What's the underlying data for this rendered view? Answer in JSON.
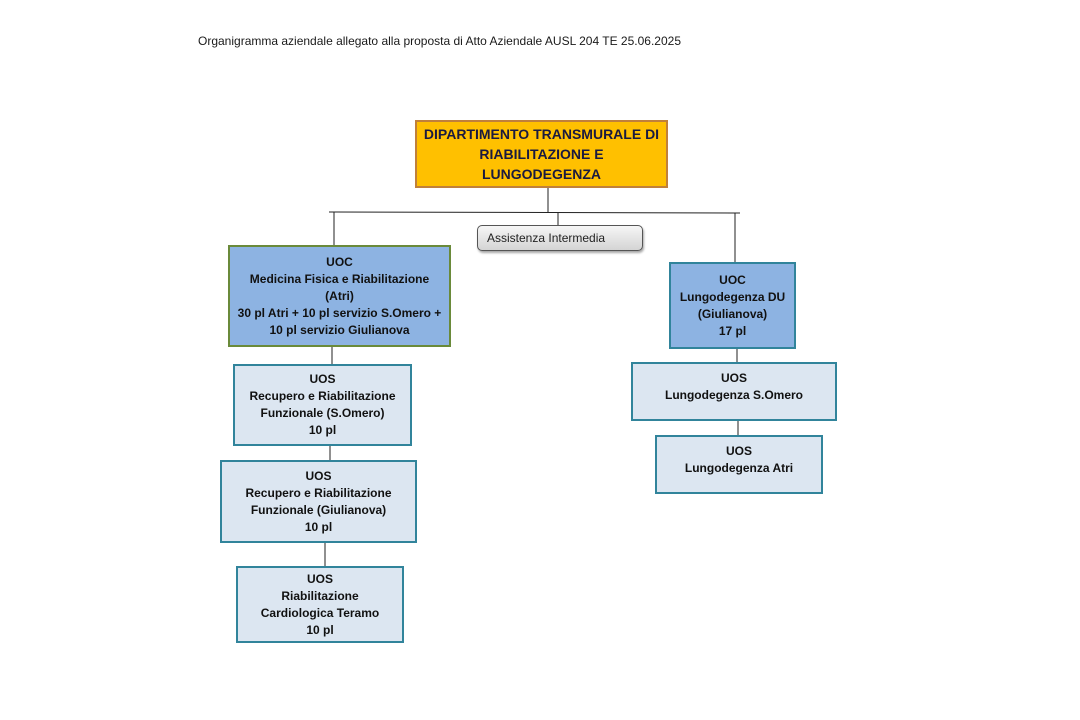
{
  "header": {
    "note": "Organigramma aziendale allegato alla proposta di Atto Aziendale AUSL 204 TE 25.06.2025"
  },
  "department": {
    "line1": "DIPARTIMENTO TRANSMURALE DI",
    "line2": "RIABILITAZIONE E LUNGODEGENZA"
  },
  "assistenza": {
    "label": "Assistenza Intermedia"
  },
  "uoc_left": {
    "type": "UOC",
    "line1": "Medicina Fisica e Riabilitazione",
    "line2": "(Atri)",
    "line3": "30 pl Atri + 10 pl servizio S.Omero +",
    "line4": "10 pl servizio Giulianova"
  },
  "uoc_right": {
    "type": "UOC",
    "line1": "Lungodegenza DU",
    "line2": "(Giulianova)",
    "line3": "17 pl"
  },
  "uos_left": [
    {
      "type": "UOS",
      "line1": "Recupero e Riabilitazione",
      "line2": "Funzionale  (S.Omero)",
      "line3": "10 pl"
    },
    {
      "type": "UOS",
      "line1": "Recupero e Riabilitazione",
      "line2": "Funzionale (Giulianova)",
      "line3": "10 pl"
    },
    {
      "type": "UOS",
      "line1": "Riabilitazione",
      "line2": "Cardiologica Teramo",
      "line3": "10 pl"
    }
  ],
  "uos_right": [
    {
      "type": "UOS",
      "line1": "Lungodegenza S.Omero"
    },
    {
      "type": "UOS",
      "line1": "Lungodegenza Atri"
    }
  ],
  "colors": {
    "department_fill": "#ffc000",
    "uoc_fill": "#8db3e2",
    "uos_fill": "#dce6f1",
    "uos_border": "#31849b",
    "uoc_left_border": "#6a8a3a"
  }
}
